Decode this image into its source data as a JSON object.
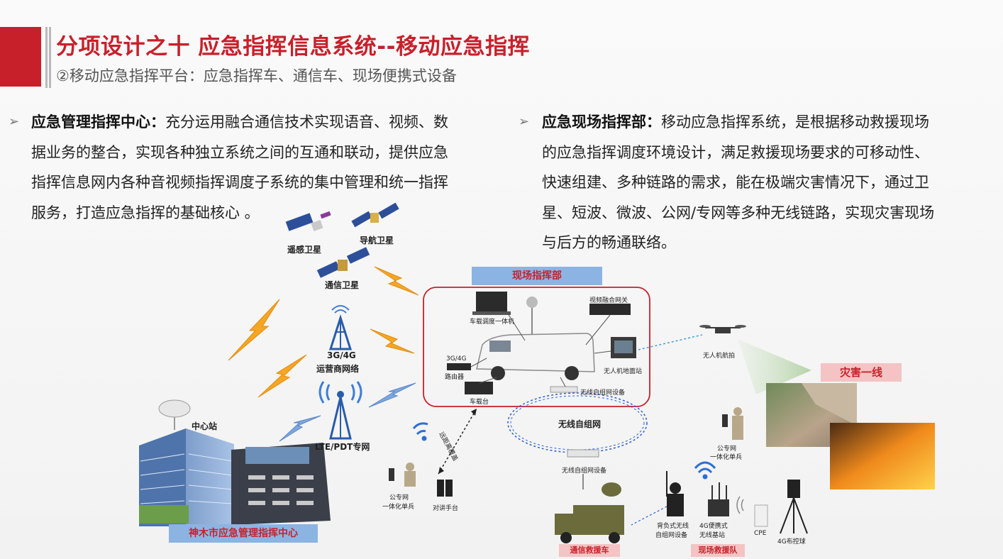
{
  "header": {
    "title": "分项设计之十  应急指挥信息系统--移动应急指挥",
    "subtitle": "②移动应急指挥平台：应急指挥车、通信车、现场便携式设备"
  },
  "left_block": {
    "bullet": "➢",
    "heading": "应急管理指挥中心：",
    "lines": [
      "充分运用融合通信技术实现语音、视频、数",
      "据业务的整合，实现各种独立系统之间的互通和联动，提供应急",
      "指挥信息网内各种音视频指挥调度子系统的集中管理和统一指挥",
      "服务，打造应急指挥的基础核心 。"
    ]
  },
  "right_block": {
    "bullet": "➢",
    "heading": "应急现场指挥部：",
    "lines": [
      "移动应急指挥系统，是根据移动救援现场",
      "的应急指挥调度环境设计，满足救援现场要求的可移动性、",
      "快速组建、多种链路的需求，能在极端灾害情况下，通过卫",
      "星、短波、微波、公网/专网等多种无线链路，实现灾害现场",
      "与后方的畅通联络。"
    ]
  },
  "diagram": {
    "sat_remote": "遥感卫星",
    "sat_nav": "导航卫星",
    "sat_comm": "通信卫星",
    "carrier_net_1": "3G/4G",
    "carrier_net_2": "运营商网络",
    "lte": "LTE/PDT专网",
    "center_station": "中心站",
    "center_name": "神木市应急管理指挥中心",
    "field_hq": "现场指挥部",
    "vehicle_dispatch": "车载调度一体机",
    "video_gateway": "视频融合网关",
    "router_1": "3G/4G",
    "router_2": "路由器",
    "vehicle_radio": "车载台",
    "uav_ground": "无人机地面站",
    "adhoc_device_top": "无线自组网设备",
    "adhoc_net": "无线自组网",
    "adhoc_device_bottom": "无线自组网设备",
    "long_range": "远距离覆盖",
    "soldier_left_1": "公专网",
    "soldier_left_2": "一体化单兵",
    "walkie": "对讲手台",
    "uav": "无人机航拍",
    "disaster": "灾害一线",
    "soldier_right_1": "公专网",
    "soldier_right_2": "一体化单兵",
    "backpack_1": "背负式无线",
    "backpack_2": "自组网设备",
    "portable_1": "4G便携式",
    "portable_2": "无线基站",
    "cpe": "CPE",
    "dome": "4G布控球",
    "rescue_truck": "通信救援车",
    "rescue_team": "现场救援队"
  },
  "colors": {
    "brand_red": "#c8202b",
    "label_blue": "#8cb4e2",
    "label_pink": "#f4c3c3",
    "lightning": "#f5a623"
  }
}
